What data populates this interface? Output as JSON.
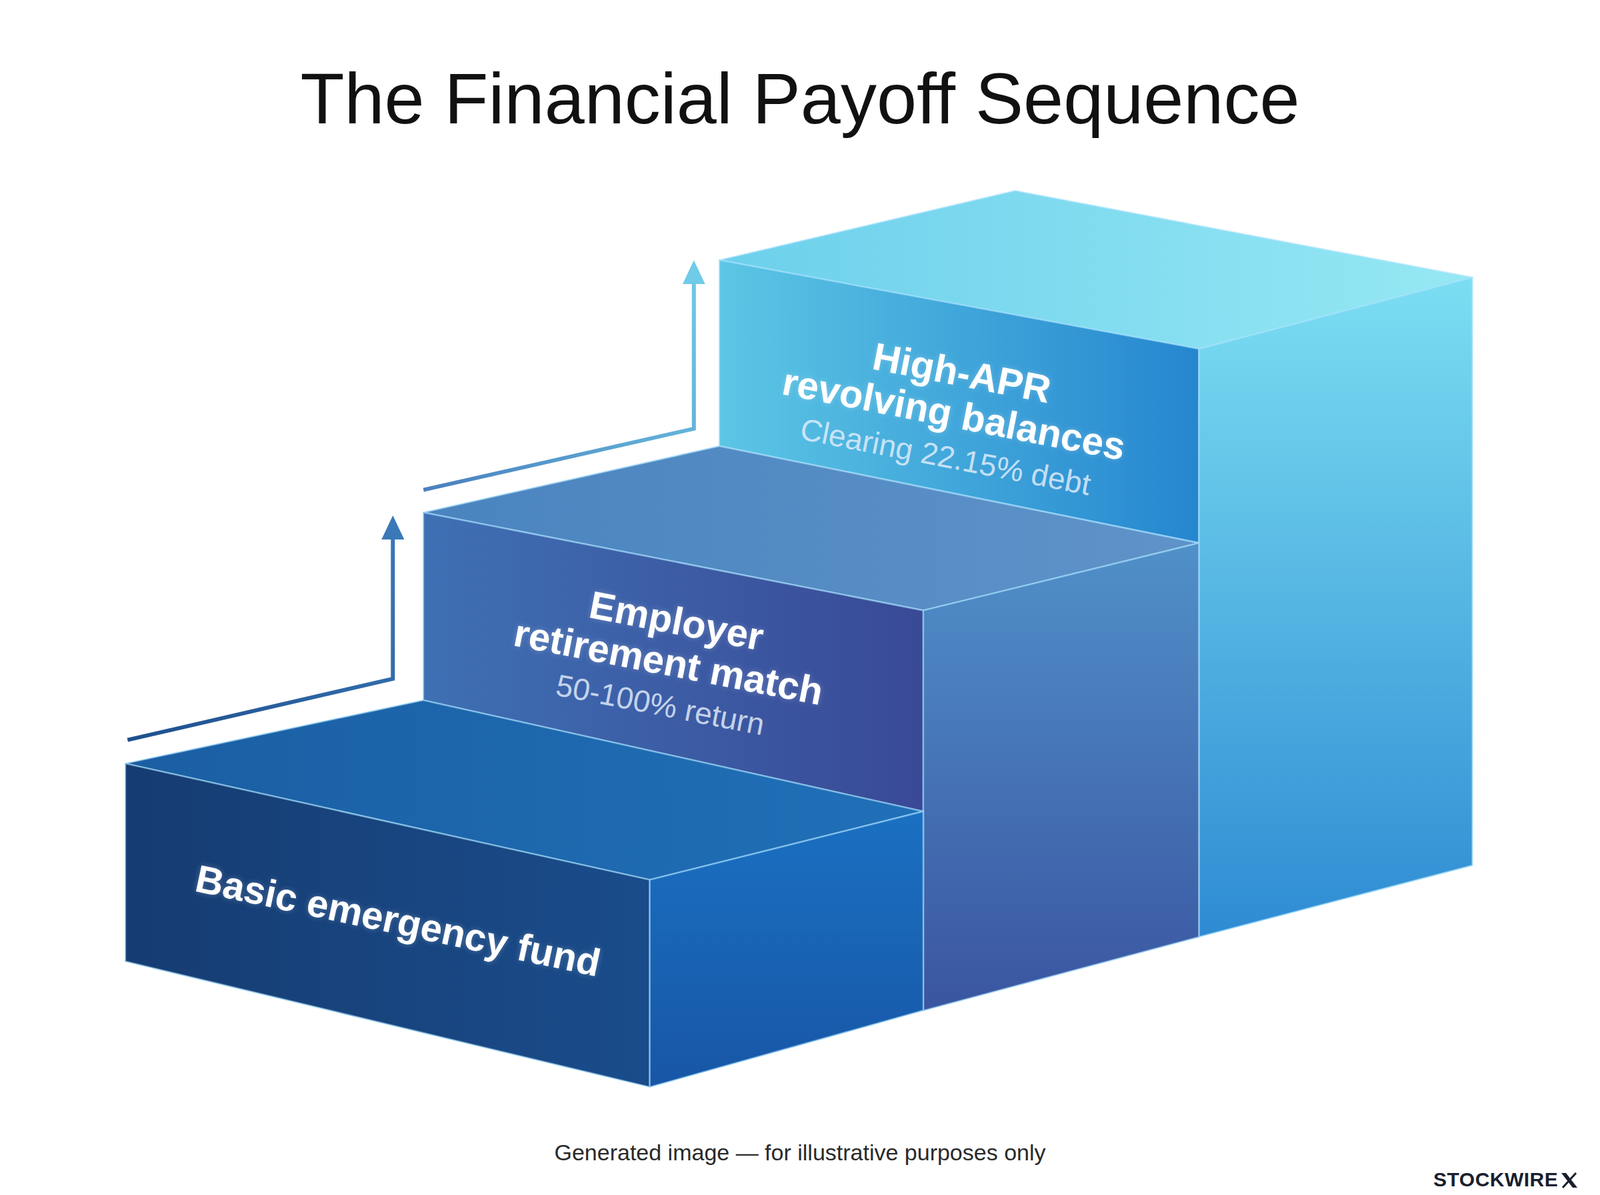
{
  "diagram": {
    "title": "The Financial Payoff Sequence",
    "caption": "Generated image — for illustrative purposes only",
    "nodes": [
      {
        "text": [
          "Basic emergency fund"
        ]
      },
      {
        "text": [
          "Employer retirement match",
          "50-100% return"
        ]
      },
      {
        "text": [
          "High-APR revolving balances",
          "Clearing 22.15% debt"
        ]
      }
    ],
    "edges": [
      {
        "from": 0,
        "to": 1,
        "arrow": "to"
      },
      {
        "from": 1,
        "to": 2,
        "arrow": "to"
      }
    ],
    "labels": [
      "STOCKWIRE"
    ]
  }
}
